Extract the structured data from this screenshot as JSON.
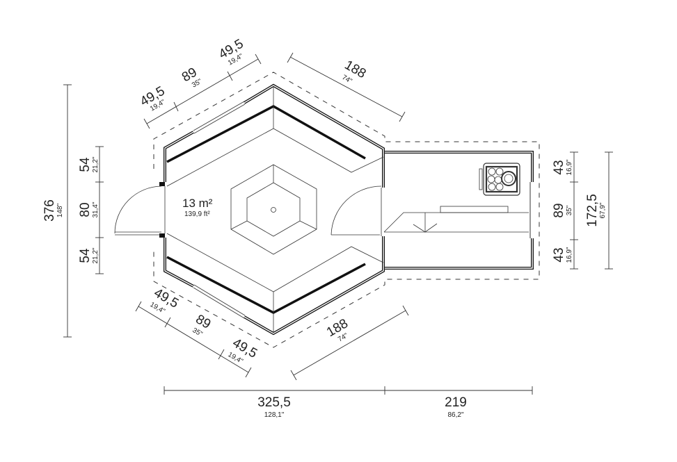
{
  "area": {
    "value": "13 m²",
    "imperial": "139,9 ft²"
  },
  "dimensions": {
    "upper_left": [
      {
        "cm": "49,5",
        "in": "19,4\""
      },
      {
        "cm": "89",
        "in": "35\""
      },
      {
        "cm": "49,5",
        "in": "19,4\""
      }
    ],
    "upper_right": {
      "cm": "188",
      "in": "74\""
    },
    "lower_left": [
      {
        "cm": "49,5",
        "in": "19,4\""
      },
      {
        "cm": "89",
        "in": "35\""
      },
      {
        "cm": "49,5",
        "in": "19,4\""
      }
    ],
    "lower_right": {
      "cm": "188",
      "in": "74\""
    },
    "left_total": {
      "cm": "376",
      "in": "148\""
    },
    "left_parts": [
      {
        "cm": "54",
        "in": "21,2\""
      },
      {
        "cm": "80",
        "in": "31,4\""
      },
      {
        "cm": "54",
        "in": "21,2\""
      }
    ],
    "right_parts": [
      {
        "cm": "43",
        "in": "16,9\""
      },
      {
        "cm": "89",
        "in": "35\""
      },
      {
        "cm": "43",
        "in": "16,9\""
      }
    ],
    "right_total": {
      "cm": "172,5",
      "in": "67,9\""
    },
    "bottom": [
      {
        "cm": "325,5",
        "in": "128,1\""
      },
      {
        "cm": "219",
        "in": "86,2\""
      }
    ]
  }
}
